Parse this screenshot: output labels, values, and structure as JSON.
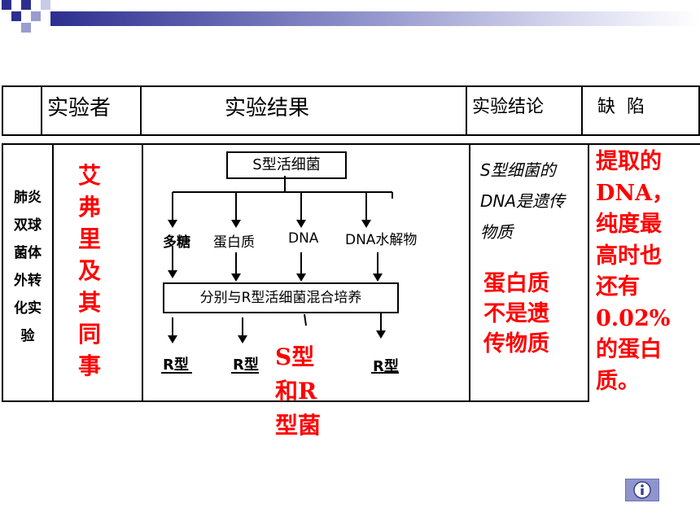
{
  "header": {
    "col_experimenter": "实验者",
    "col_result": "实验结果",
    "col_conclusion": "实验结论",
    "col_defect": "缺  陷"
  },
  "row": {
    "experiment_name": [
      "肺炎",
      "双球",
      "菌体",
      "外转",
      "化实",
      "验"
    ],
    "experimenter": [
      "艾",
      "弗",
      "里",
      "及",
      "其",
      "同",
      "事"
    ],
    "diagram": {
      "top_box": "S型活细菌",
      "branches": [
        "多糖",
        "蛋白质",
        "DNA",
        "DNA水解物"
      ],
      "mix_box": "分别与R型活细菌混合培养",
      "results": [
        "R型",
        "R型",
        "R型"
      ]
    },
    "handwritten_conclusion": [
      "S型细菌的",
      "DNA是遗传",
      "物质"
    ],
    "answer_sr": [
      "S型",
      "和R",
      "型菌"
    ],
    "answer_protein": [
      "蛋白质",
      "不是遗",
      "传物质"
    ],
    "answer_defect": [
      "提取的",
      "DNA，",
      "纯度最",
      "高时也",
      "还有",
      "0.02%",
      "的蛋白",
      "质。"
    ]
  },
  "colors": {
    "accent_red": "#ff0000",
    "bar_dark": "#2d2f8f",
    "info_button": "#8f94cc"
  },
  "icons": {
    "info": "info-icon"
  }
}
